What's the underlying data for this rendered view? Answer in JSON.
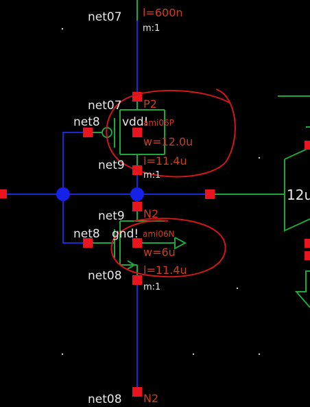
{
  "colors": {
    "background": "#000000",
    "wire_blue": "#1a2bd6",
    "wire_green": "#1fa83a",
    "pin_red": "#e8141e",
    "junction_blue": "#1520e8",
    "annotation_red": "#d01818",
    "param_red": "#c8401c",
    "label_white": "#e8e8e8"
  },
  "labels": {
    "net07_top": "net07",
    "l_top": "l=600n",
    "m_top": "m:1",
    "net07_mid": "net07",
    "p2": "P2",
    "net8_top": "net8",
    "vdd": "vdd!",
    "ami06p": "ami06P",
    "w_p": "w=12.0u",
    "l_p": "l=11.4u",
    "net9_top": "net9",
    "m_p": "m:1",
    "net9_bot": "net9",
    "n2": "N2",
    "net8_bot": "net8",
    "gnd": "gnd!",
    "ami06n": "ami06N",
    "w_n": "w=6u",
    "net08_mid": "net08",
    "l_n": "l=11.4u",
    "m_n": "m:1",
    "net08_bot": "net08",
    "n_bot": "N2",
    "buffer_text": "12u"
  }
}
